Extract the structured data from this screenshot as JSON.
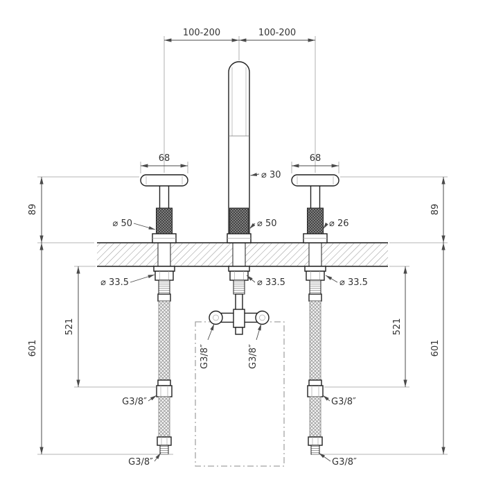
{
  "labels": {
    "span_top_left": "100-200",
    "span_top_right": "100-200",
    "handle_width_left": "68",
    "handle_width_right": "68",
    "dia_spout": "⌀ 30",
    "dia_left_base": "⌀ 50",
    "dia_center_base": "⌀ 50",
    "dia_right_base": "⌀ 26",
    "dia_shank_left": "⌀ 33.5",
    "dia_shank_center": "⌀ 33.5",
    "dia_shank_right": "⌀ 33.5",
    "height_89_left": "89",
    "height_89_right": "89",
    "len_521_left": "521",
    "len_521_right": "521",
    "len_601_left": "601",
    "len_601_right": "601",
    "thread_tee_left": "G3/8″",
    "thread_tee_right": "G3/8″",
    "thread_hose_left": "G3/8″",
    "thread_hose_right": "G3/8″",
    "thread_end_left": "G3/8″",
    "thread_end_right": "G3/8″"
  }
}
